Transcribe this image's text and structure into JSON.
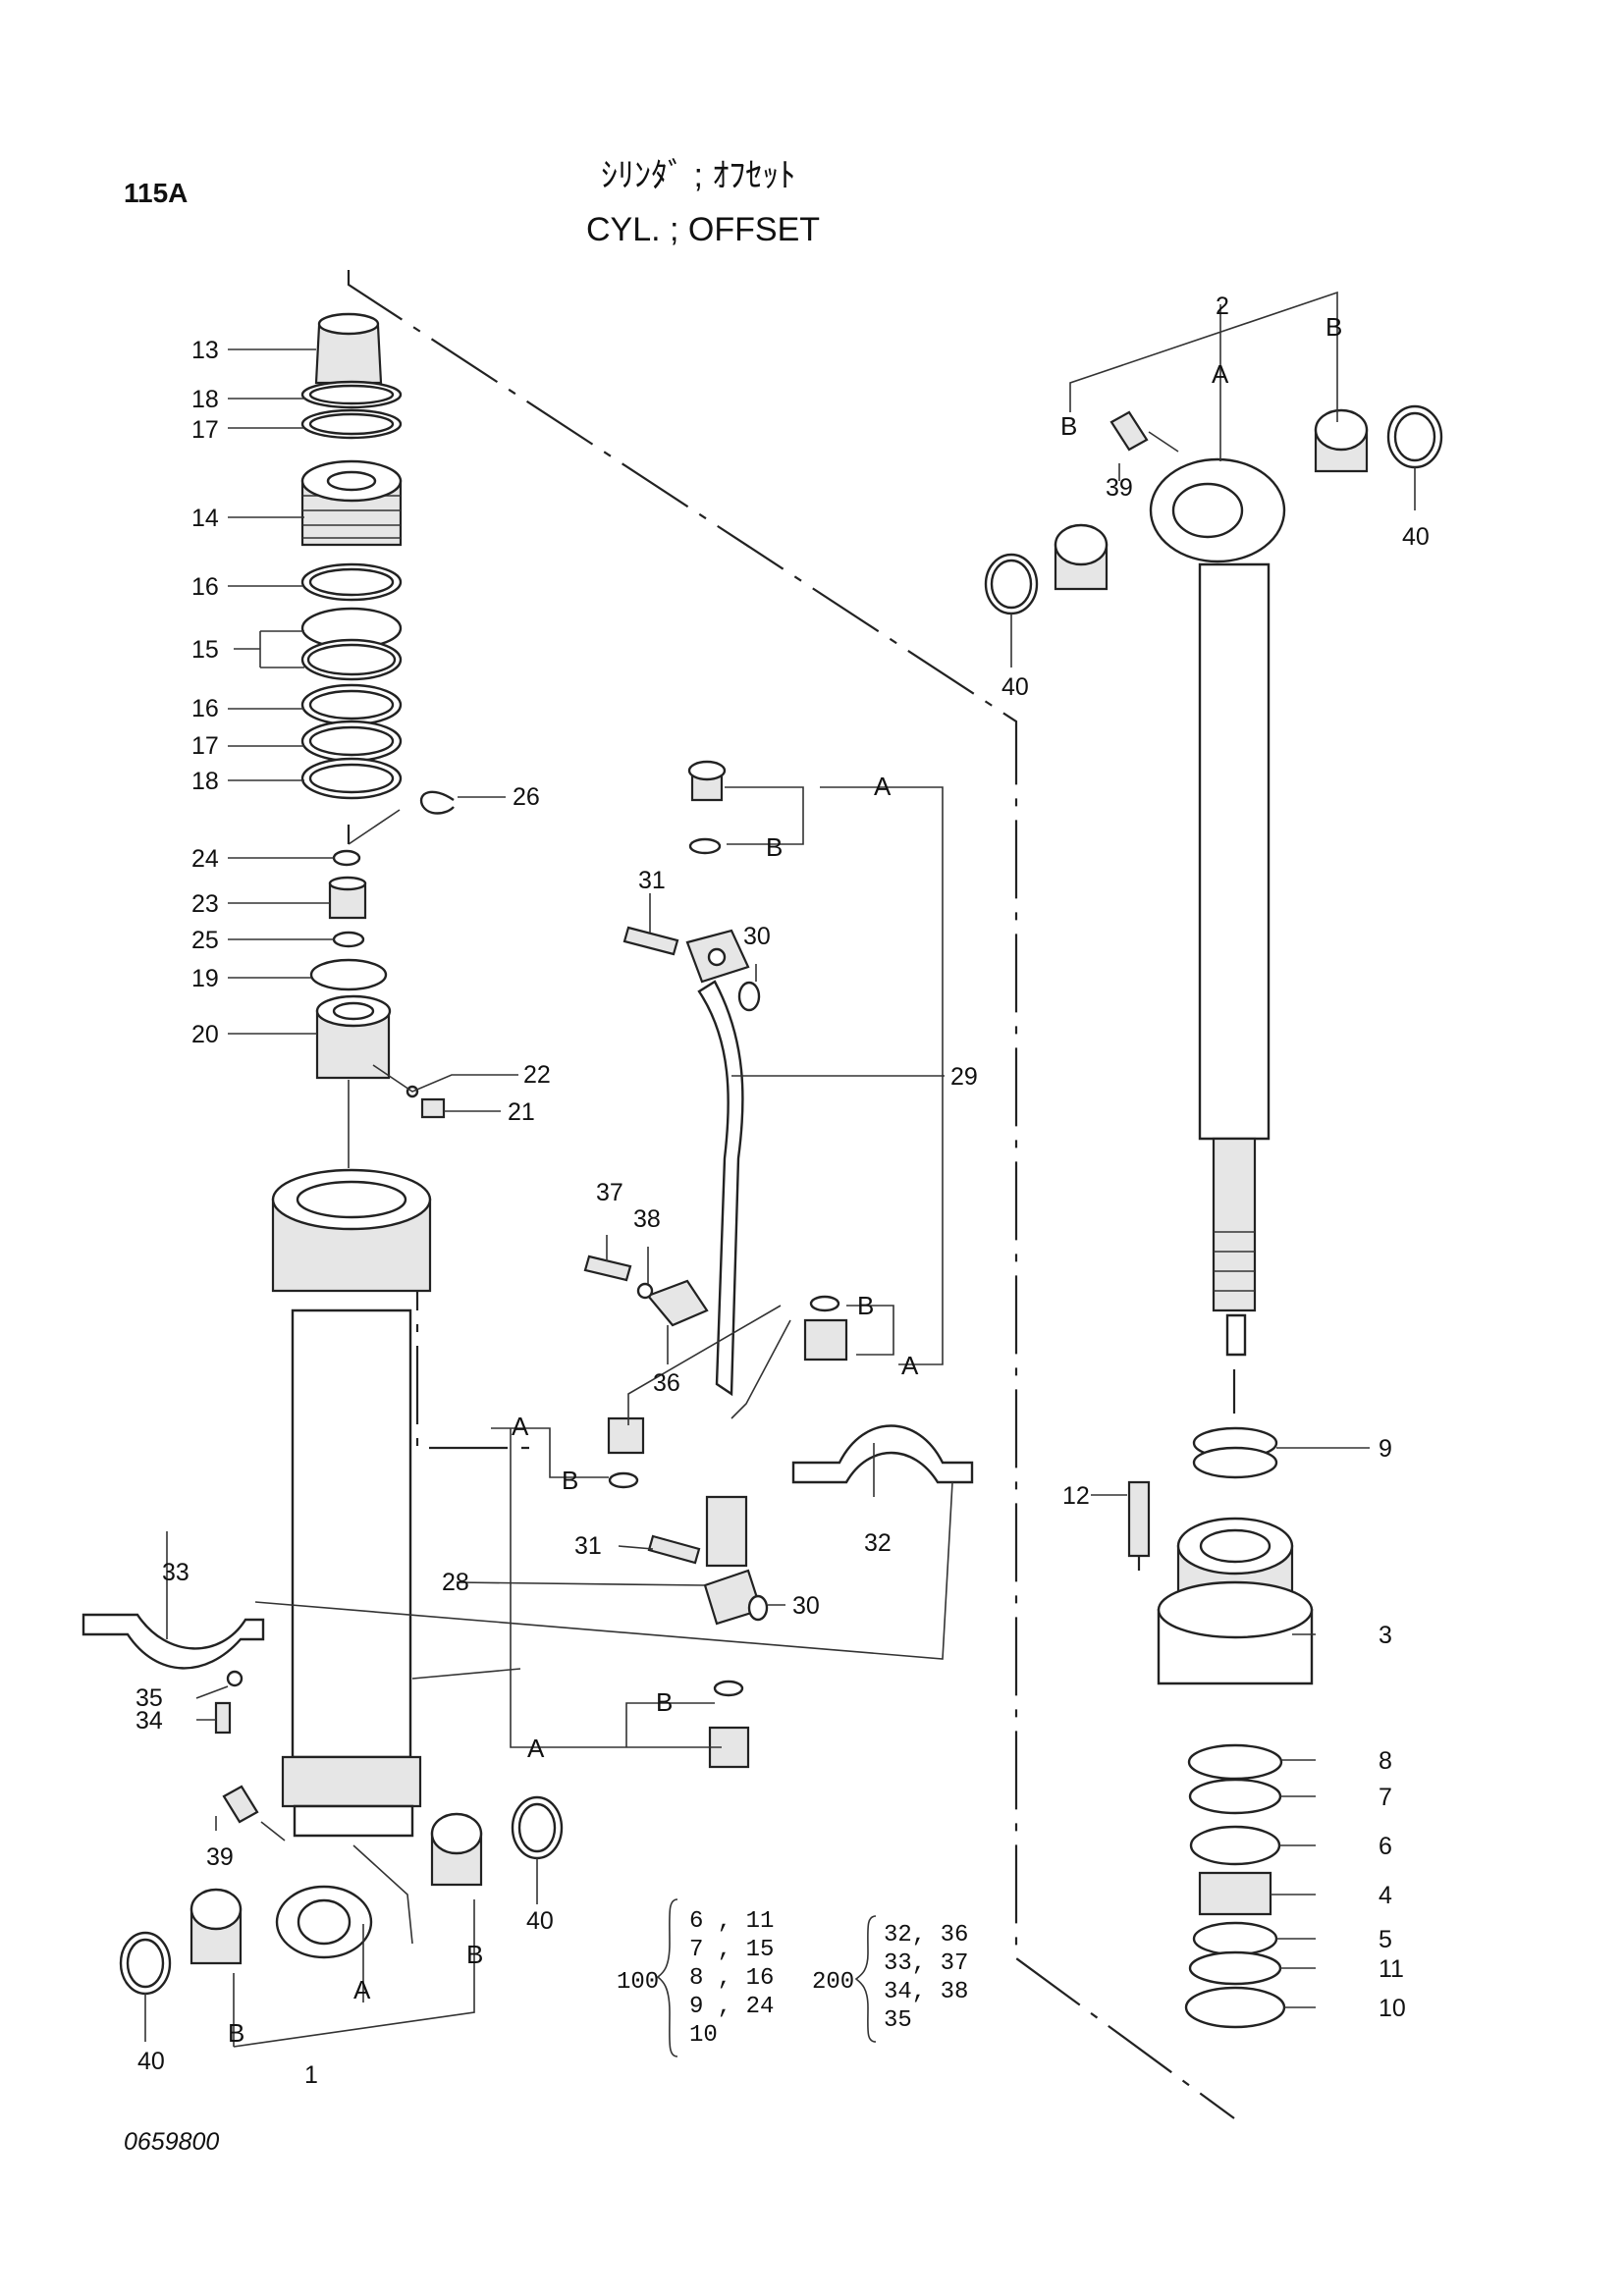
{
  "page_code": "115A",
  "title_jp": "ｼﾘﾝﾀﾞ ; ｵﾌｾｯﾄ",
  "title_en": "CYL. ; OFFSET",
  "reference_no": "0659800",
  "callouts": {
    "c1": "1",
    "c2": "2",
    "c3": "3",
    "c4": "4",
    "c5": "5",
    "c6": "6",
    "c7": "7",
    "c8": "8",
    "c9": "9",
    "c10": "10",
    "c11": "11",
    "c12": "12",
    "c13": "13",
    "c14": "14",
    "c15": "15",
    "c16a": "16",
    "c16b": "16",
    "c17a": "17",
    "c17b": "17",
    "c18a": "18",
    "c18b": "18",
    "c19": "19",
    "c20": "20",
    "c21": "21",
    "c22": "22",
    "c23": "23",
    "c24": "24",
    "c25": "25",
    "c26": "26",
    "c28": "28",
    "c29": "29",
    "c30a": "30",
    "c30b": "30",
    "c31a": "31",
    "c31b": "31",
    "c32": "32",
    "c33": "33",
    "c34": "34",
    "c35": "35",
    "c36": "36",
    "c37": "37",
    "c38": "38",
    "c39a": "39",
    "c39b": "39",
    "c40a": "40",
    "c40b": "40",
    "c40c": "40",
    "c40d": "40"
  },
  "letters": {
    "A": "A",
    "B": "B"
  },
  "kits": [
    {
      "code": "100",
      "lines": [
        "6 , 11",
        "7 , 15",
        "8 , 16",
        "9 , 24",
        "10"
      ]
    },
    {
      "code": "200",
      "lines": [
        "32, 36",
        "33, 37",
        "34, 38",
        "35"
      ]
    }
  ]
}
